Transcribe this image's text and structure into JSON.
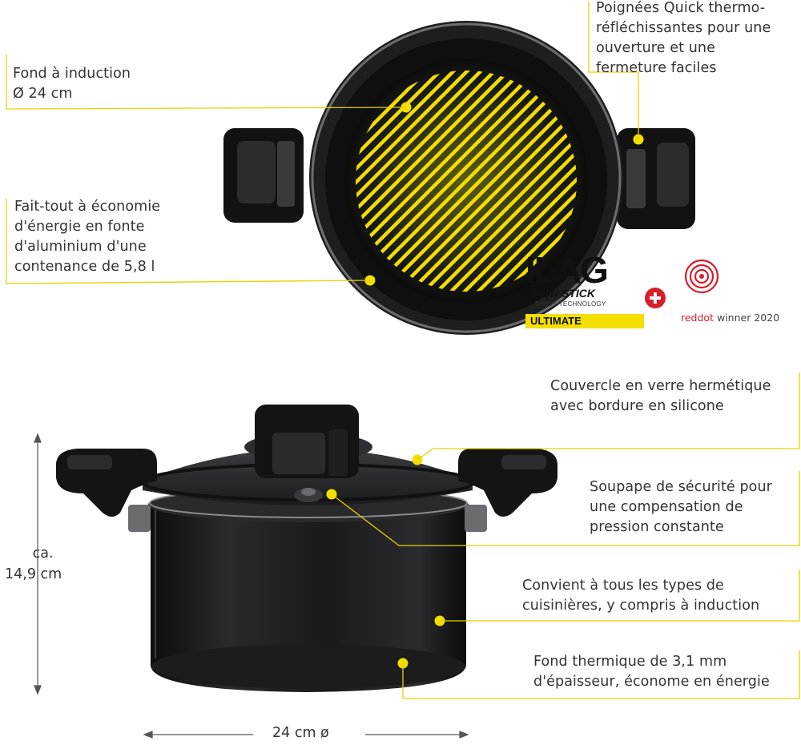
{
  "callouts": {
    "handles": [
      "Poignées Quick thermo-",
      "réfléchissantes pour une",
      "ouverture et une",
      "fermeture faciles"
    ],
    "induction_base": [
      "Fond à induction",
      "Ø 24 cm"
    ],
    "pot_body": [
      "Fait-tout à économie",
      "d'énergie en fonte",
      "d'aluminium d'une",
      "contenance de 5,8 l"
    ],
    "lid": [
      "Couvercle en verre hermétique",
      "avec bordure en silicone"
    ],
    "valve": [
      "Soupape de sécurité pour",
      "une compensation de",
      "pression constante"
    ],
    "stoves": [
      "Convient à tous les types de",
      "cuisinières, y compris à induction"
    ],
    "thermal_base": [
      "Fond thermique de 3,1 mm",
      "d'épaisseur, économe en énergie"
    ]
  },
  "dimensions": {
    "height": [
      "ca.",
      "14,9 cm"
    ],
    "width": "24 cm ø"
  },
  "badges": {
    "ilag_main": "ILAG",
    "ilag_sub": "NON STICK",
    "ilag_swiss": "SWISS TECHNOLOGY",
    "ilag_tier": "ULTIMATE",
    "reddot_brand": "reddot",
    "reddot_award": "winner 2020"
  },
  "colors": {
    "accent_yellow": "#f2df00",
    "callout_line": "#e6d200",
    "pot_black": "#1c1c1e",
    "reddot_red": "#d81e2a"
  }
}
